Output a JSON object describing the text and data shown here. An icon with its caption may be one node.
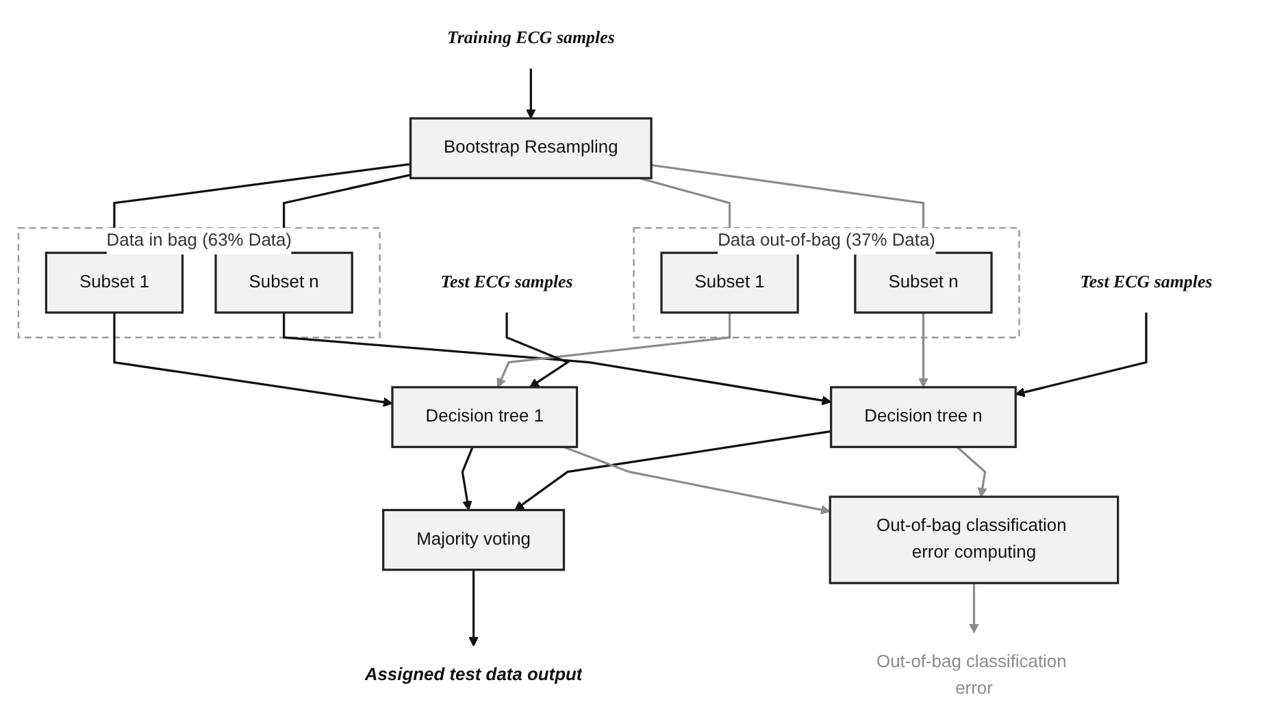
{
  "diagram": {
    "nodes": [
      {
        "text": [
          "Training ECG samples"
        ]
      },
      {
        "text": [
          "Bootstrap Resampling"
        ]
      },
      {
        "text": [
          "Data in bag (63% Data)"
        ]
      },
      {
        "text": [
          "Subset 1"
        ],
        "in": 2
      },
      {
        "text": [
          "Subset n"
        ],
        "in": 2
      },
      {
        "text": [
          "Data out-of-bag (37% Data)"
        ]
      },
      {
        "text": [
          "Subset 1"
        ],
        "in": 5
      },
      {
        "text": [
          "Subset n"
        ],
        "in": 5
      },
      {
        "text": [
          "Test ECG samples"
        ]
      },
      {
        "text": [
          "Decision tree 1"
        ]
      },
      {
        "text": [
          "Decision tree n"
        ]
      },
      {
        "text": [
          "Test ECG samples"
        ]
      },
      {
        "text": [
          "Majority voting"
        ]
      },
      {
        "text": [
          "Out-of-bag classification error computing"
        ]
      },
      {
        "text": [
          "Assigned test data output"
        ]
      },
      {
        "text": [
          "Out-of-bag classification error"
        ]
      }
    ],
    "edges": [
      {
        "from": 0,
        "to": 1,
        "arrow": "to"
      },
      {
        "from": 1,
        "to": 3,
        "arrow": "to"
      },
      {
        "from": 1,
        "to": 4,
        "arrow": "to"
      },
      {
        "from": 1,
        "to": 6,
        "arrow": "to",
        "color": "#8c8c8c"
      },
      {
        "from": 1,
        "to": 7,
        "arrow": "to",
        "color": "#8c8c8c"
      },
      {
        "from": 3,
        "to": 9,
        "arrow": "to"
      },
      {
        "from": 4,
        "to": 10,
        "arrow": "to"
      },
      {
        "from": 6,
        "to": 9,
        "arrow": "to",
        "color": "#8c8c8c"
      },
      {
        "from": 7,
        "to": 10,
        "arrow": "to",
        "color": "#8c8c8c"
      },
      {
        "from": 8,
        "to": 9,
        "arrow": "to"
      },
      {
        "from": 11,
        "to": 10,
        "arrow": "to"
      },
      {
        "from": 9,
        "to": 12,
        "arrow": "to"
      },
      {
        "from": 10,
        "to": 12,
        "arrow": "to"
      },
      {
        "from": 9,
        "to": 13,
        "arrow": "to",
        "color": "#8c8c8c"
      },
      {
        "from": 10,
        "to": 13,
        "arrow": "to",
        "color": "#8c8c8c"
      },
      {
        "from": 12,
        "to": 14,
        "arrow": "to"
      },
      {
        "from": 13,
        "to": 15,
        "arrow": "to",
        "color": "#8c8c8c"
      }
    ]
  }
}
